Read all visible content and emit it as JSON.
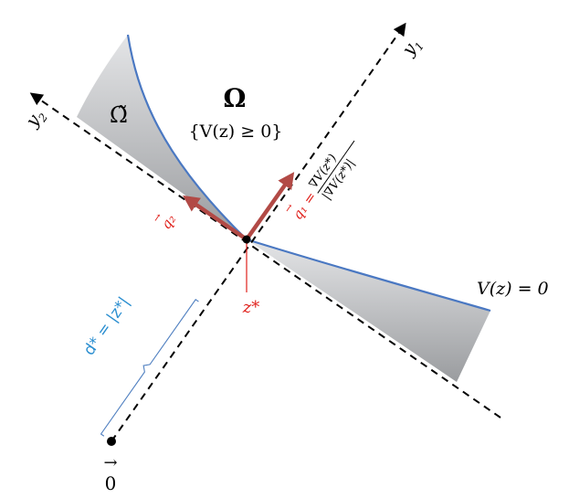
{
  "labels": {
    "omega": "Ω",
    "omega_tilde": "Ω̃",
    "constraint": "{V(z) ≥ 0}",
    "axis_y1_base": "y",
    "axis_y1_sub": "1",
    "axis_y2_base": "y",
    "axis_y2_sub": "2",
    "q1_label": "q₁ =",
    "q1_arrow": "→",
    "q1_numerator": "∇V(z*)",
    "q1_denominator": "|∇V(z*)|",
    "q2_label": "q₂",
    "q2_arrow": "→",
    "z_star": "z*",
    "boundary": "V(z) = 0",
    "distance": "d* = |z*|",
    "origin_arrow": "→",
    "origin": "0"
  },
  "colors": {
    "axis": "#000000",
    "curve": "#4a78c2",
    "region_fill": "#d6d7d9",
    "vector": "#b24a46",
    "red_text": "#e0201b",
    "blue_text": "#2a8ed0",
    "bracket": "#4f7fc0"
  }
}
